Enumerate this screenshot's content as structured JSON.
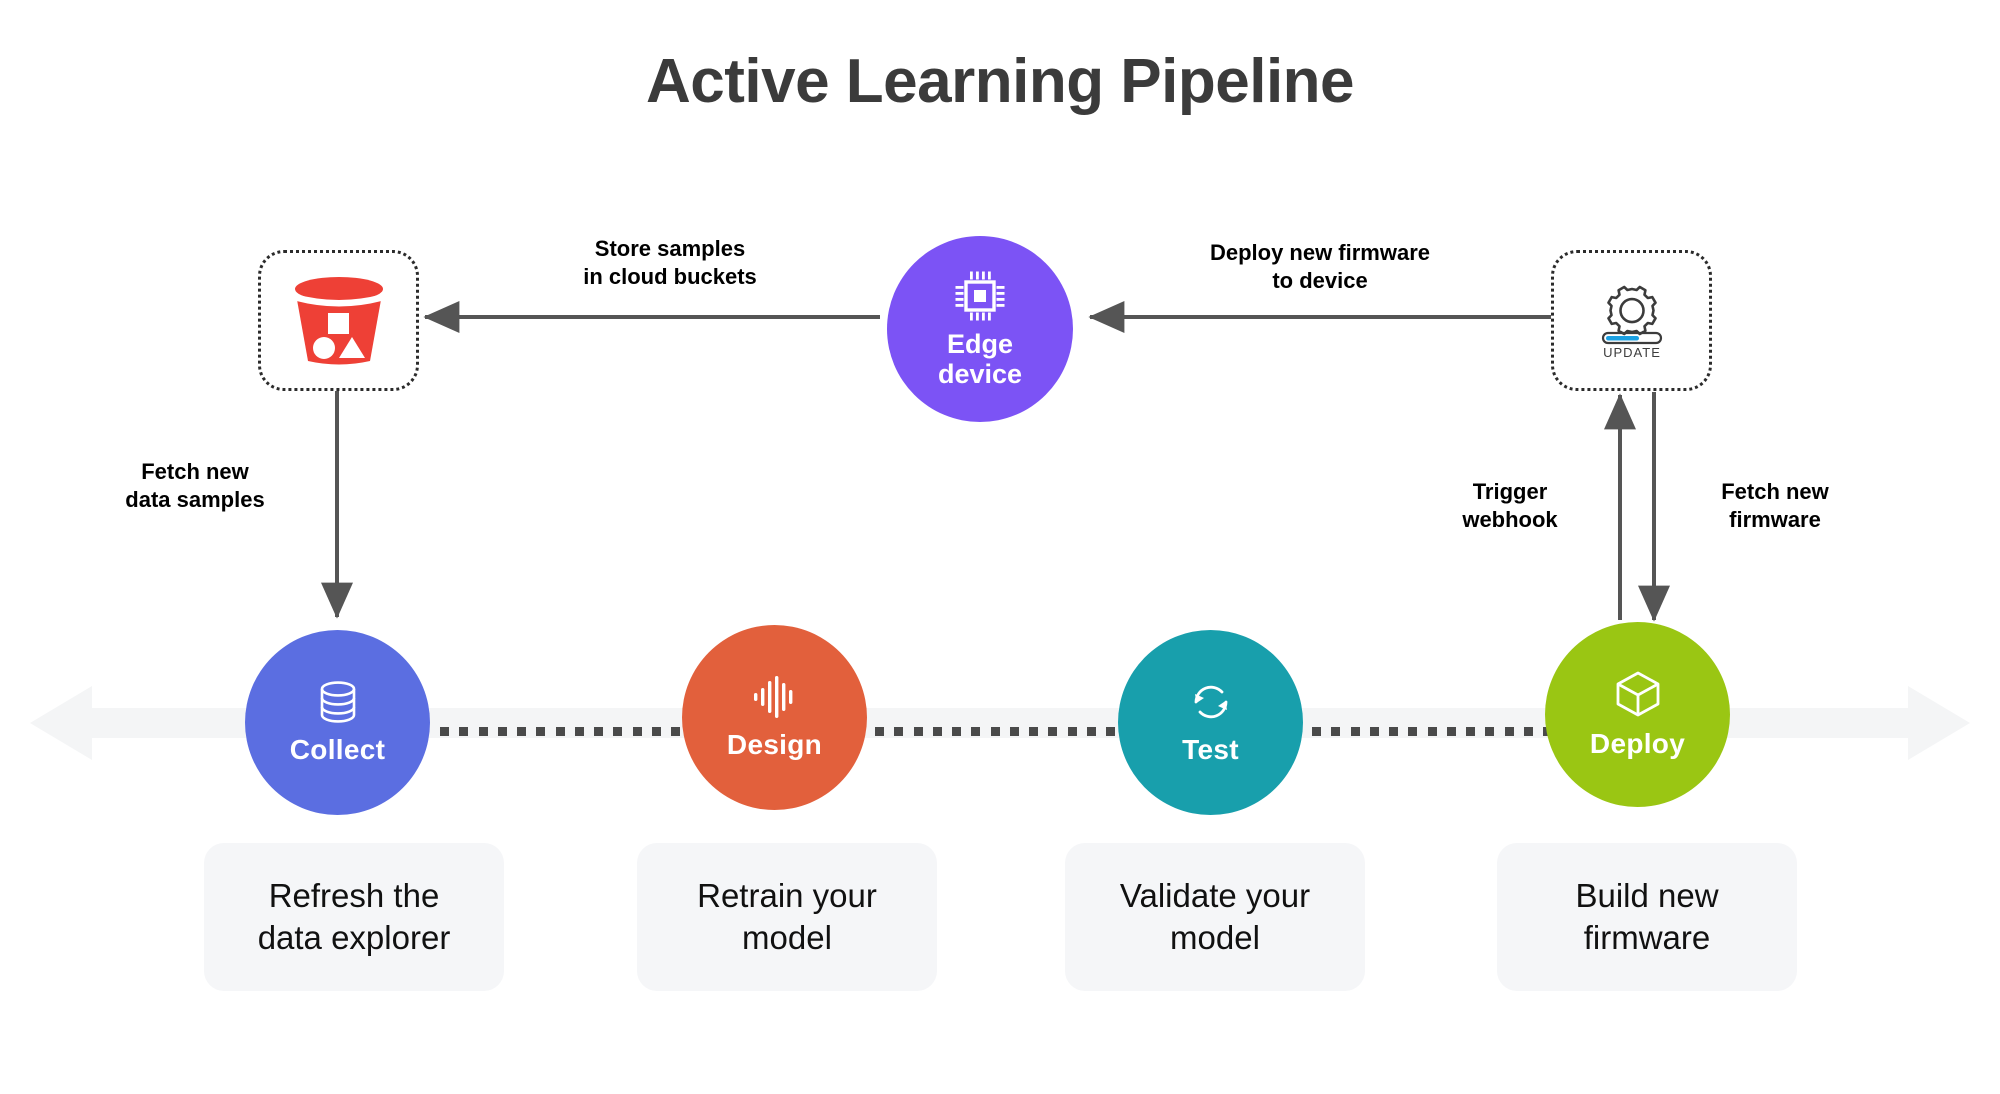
{
  "page": {
    "title": "Active Learning Pipeline",
    "background": "#ffffff",
    "title_color": "#3b3b3b"
  },
  "top_row": {
    "bucket": {
      "name": "cloud-storage-bucket",
      "icon": "s3-bucket-icon",
      "icon_color": "#ee4036",
      "box_style": "dotted"
    },
    "edge_device": {
      "label_line1": "Edge",
      "label_line2": "device",
      "icon": "microchip-icon",
      "color": "#7c53f5"
    },
    "firmware": {
      "name": "firmware-update",
      "icon": "gear-update-icon",
      "update_caption": "UPDATE",
      "progress_color": "#1ba0e2",
      "box_style": "dotted"
    }
  },
  "arrow_labels": {
    "store_samples": "Store samples\nin cloud buckets",
    "deploy_firmware": "Deploy new firmware\nto device",
    "fetch_data": "Fetch new\ndata samples",
    "trigger_webhook": "Trigger\nwebhook",
    "fetch_firmware": "Fetch new\nfirmware"
  },
  "pipeline": {
    "stages": [
      {
        "id": "collect",
        "label": "Collect",
        "color": "#5b6ee1",
        "icon": "database-icon",
        "description": "Refresh the\ndata explorer"
      },
      {
        "id": "design",
        "label": "Design",
        "color": "#e2603c",
        "icon": "waveform-icon",
        "description": "Retrain your\nmodel"
      },
      {
        "id": "test",
        "label": "Test",
        "color": "#189fac",
        "icon": "sync-refresh-icon",
        "description": "Validate your\nmodel"
      },
      {
        "id": "deploy",
        "label": "Deploy",
        "color": "#9ac613",
        "icon": "cube-icon",
        "description": "Build new\nfirmware"
      }
    ],
    "connector_style": "square-dots",
    "connector_color": "#4a4a4a",
    "timeline_band_color": "#f4f5f6"
  }
}
